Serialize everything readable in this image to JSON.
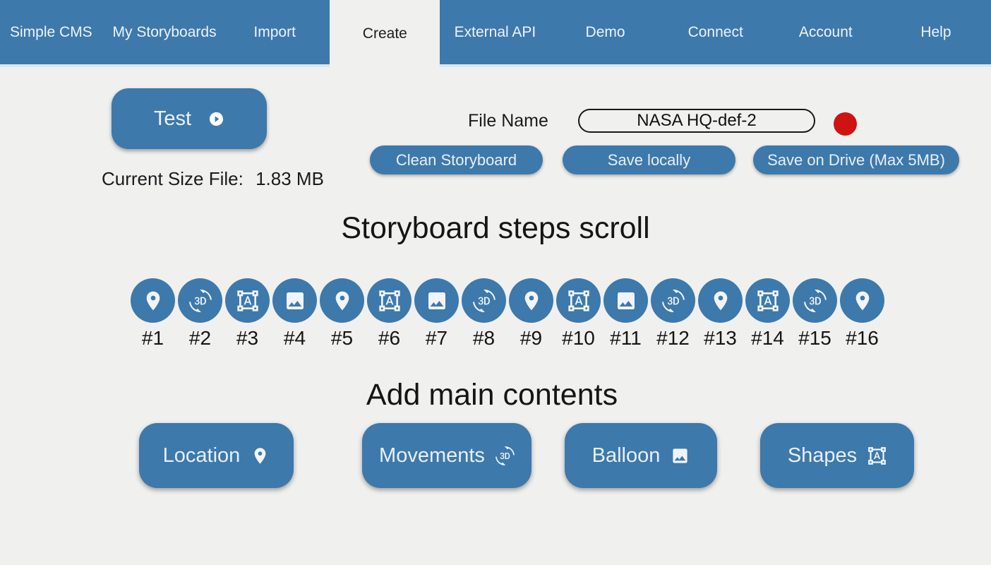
{
  "colors": {
    "accent": "#3d79ab",
    "background": "#f0f0ef",
    "nav_text": "#eef3f9",
    "text": "#1b1b1d",
    "status_dot": "#ce1312",
    "input_border": "#171717"
  },
  "nav": {
    "brand": "Simple CMS",
    "items": [
      {
        "label": "My Storyboards",
        "active": false
      },
      {
        "label": "Import",
        "active": false
      },
      {
        "label": "Create",
        "active": true
      },
      {
        "label": "External API",
        "active": false
      },
      {
        "label": "Demo",
        "active": false
      },
      {
        "label": "Connect",
        "active": false
      },
      {
        "label": "Account",
        "active": false
      },
      {
        "label": "Help",
        "active": false
      }
    ]
  },
  "toolbar": {
    "test_button": {
      "label": "Test",
      "icon": "play-circle"
    },
    "current_size_label": "Current Size File:",
    "current_size_value": "1.83 MB",
    "file_name_label": "File Name",
    "file_name_value": "NASA HQ-def-2",
    "actions": [
      {
        "label": "Clean Storyboard"
      },
      {
        "label": "Save locally"
      },
      {
        "label": "Save on Drive (Max 5MB)"
      }
    ]
  },
  "steps": {
    "title": "Storyboard steps scroll",
    "items": [
      {
        "label": "#1",
        "icon": "location-pin"
      },
      {
        "label": "#2",
        "icon": "3d-rotation"
      },
      {
        "label": "#3",
        "icon": "format-shapes"
      },
      {
        "label": "#4",
        "icon": "image"
      },
      {
        "label": "#5",
        "icon": "location-pin"
      },
      {
        "label": "#6",
        "icon": "format-shapes"
      },
      {
        "label": "#7",
        "icon": "image"
      },
      {
        "label": "#8",
        "icon": "3d-rotation"
      },
      {
        "label": "#9",
        "icon": "location-pin"
      },
      {
        "label": "#10",
        "icon": "format-shapes"
      },
      {
        "label": "#11",
        "icon": "image"
      },
      {
        "label": "#12",
        "icon": "3d-rotation"
      },
      {
        "label": "#13",
        "icon": "location-pin"
      },
      {
        "label": "#14",
        "icon": "format-shapes"
      },
      {
        "label": "#15",
        "icon": "3d-rotation"
      },
      {
        "label": "#16",
        "icon": "location-pin"
      }
    ]
  },
  "contents": {
    "title": "Add main contents",
    "buttons": [
      {
        "label": "Location",
        "icon": "location-pin"
      },
      {
        "label": "Movements",
        "icon": "3d-rotation"
      },
      {
        "label": "Balloon",
        "icon": "image"
      },
      {
        "label": "Shapes",
        "icon": "format-shapes"
      }
    ]
  }
}
